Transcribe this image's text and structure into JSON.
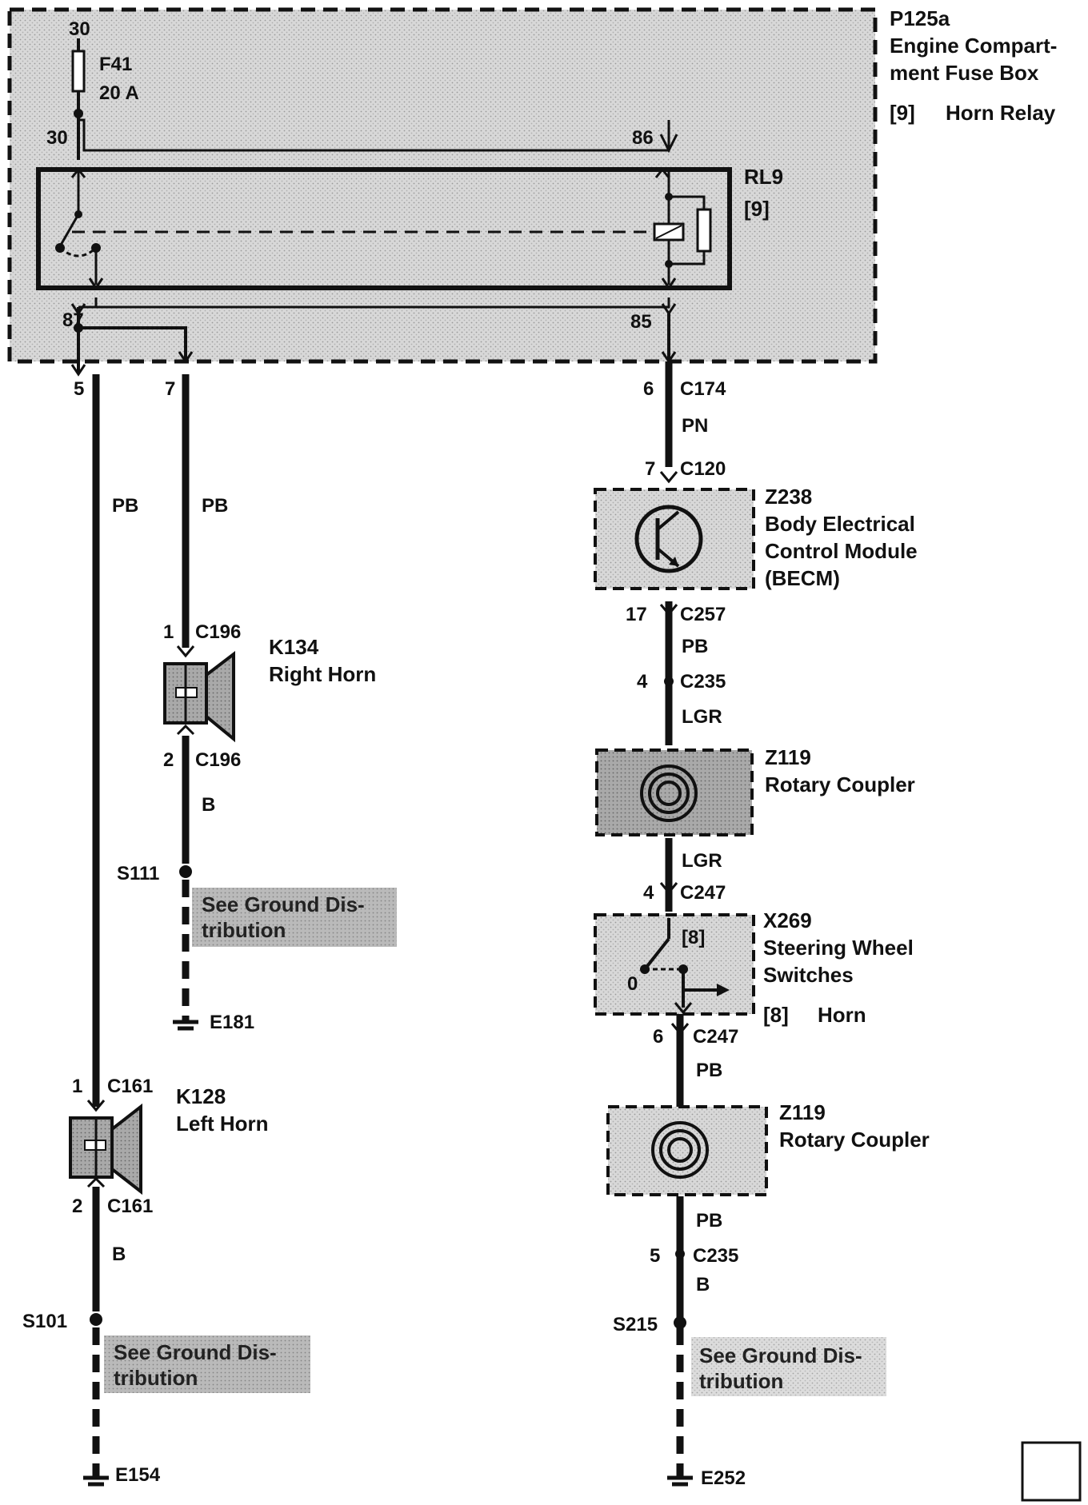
{
  "fuse_box": {
    "id": "P125a",
    "name_line1": "Engine Compart-",
    "name_line2": "ment Fuse Box",
    "slot": "[9]",
    "slot_name": "Horn Relay"
  },
  "fuse": {
    "terminal": "30",
    "id": "F41",
    "rating": "20 A"
  },
  "relay": {
    "id": "RL9",
    "slot": "[9]",
    "pin_30": "30",
    "pin_86": "86",
    "pin_87": "87",
    "pin_85": "85"
  },
  "left_branch": {
    "pin": "5",
    "wire_top": "PB",
    "horn_pin1": "1",
    "horn_conn_top": "C161",
    "horn_id": "K128",
    "horn_name": "Left Horn",
    "horn_pin2": "2",
    "horn_conn_bottom": "C161",
    "wire_bottom": "B",
    "splice": "S101",
    "ground_line1": "See Ground Dis-",
    "ground_line2": "tribution",
    "ground": "E154"
  },
  "middle_branch": {
    "pin": "7",
    "wire_top": "PB",
    "horn_pin1": "1",
    "horn_conn_top": "C196",
    "horn_id": "K134",
    "horn_name": "Right Horn",
    "horn_pin2": "2",
    "horn_conn_bottom": "C196",
    "wire_bottom": "B",
    "splice": "S111",
    "ground_line1": "See Ground Dis-",
    "ground_line2": "tribution",
    "ground": "E181"
  },
  "right_branch": {
    "c174_pin": "6",
    "c174": "C174",
    "wire1": "PN",
    "c120_pin": "7",
    "c120": "C120",
    "becm_id": "Z238",
    "becm_line1": "Body Electrical",
    "becm_line2": "Control Module",
    "becm_line3": "(BECM)",
    "c257_pin": "17",
    "c257": "C257",
    "wire2": "PB",
    "c235a_pin": "4",
    "c235a": "C235",
    "wire3": "LGR",
    "coupler1_id": "Z119",
    "coupler1_name": "Rotary Coupler",
    "wire4": "LGR",
    "c247a_pin": "4",
    "c247a": "C247",
    "switch_id": "X269",
    "switch_line1": "Steering Wheel",
    "switch_line2": "Switches",
    "switch_slot_inner": "[8]",
    "switch_zero": "0",
    "switch_slot": "[8]",
    "switch_slot_name": "Horn",
    "c247b_pin": "6",
    "c247b": "C247",
    "wire5": "PB",
    "coupler2_id": "Z119",
    "coupler2_name": "Rotary Coupler",
    "wire6": "PB",
    "c235b_pin": "5",
    "c235b": "C235",
    "wire7": "B",
    "splice": "S215",
    "ground_line1": "See Ground Dis-",
    "ground_line2": "tribution",
    "ground": "E252"
  }
}
